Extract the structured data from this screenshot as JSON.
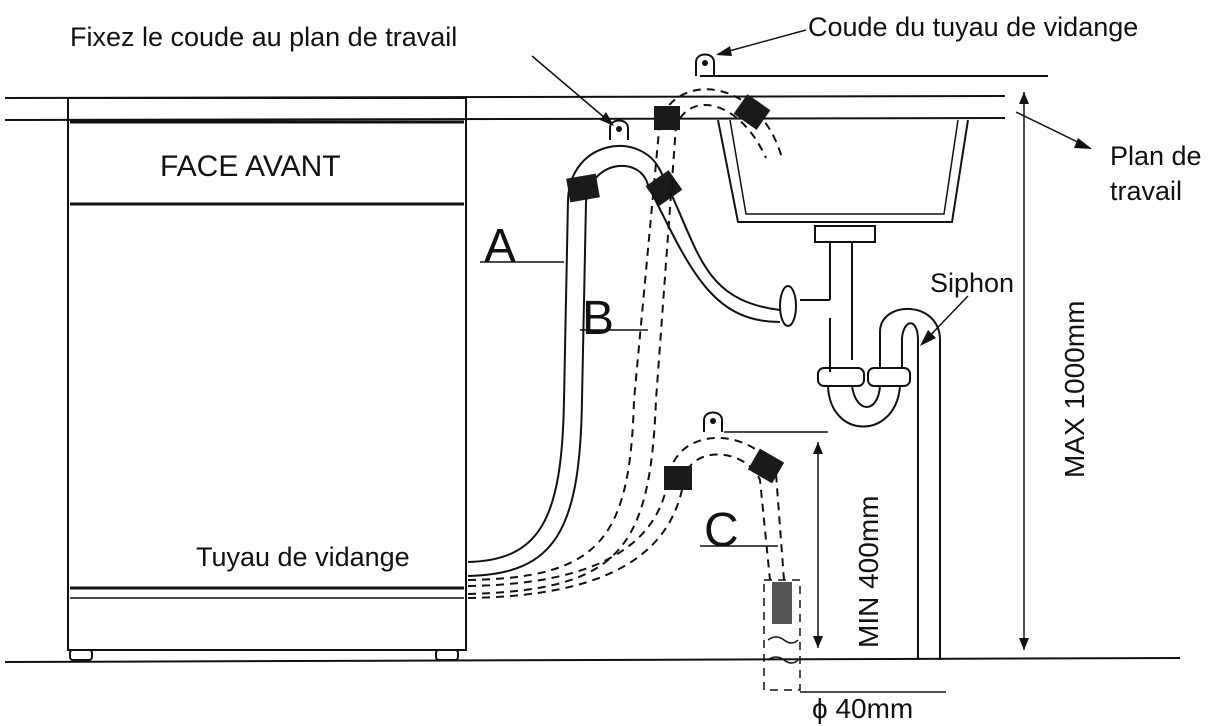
{
  "labels": {
    "fix_elbow": "Fixez le coude au plan de travail",
    "drain_elbow": "Coude du tuyau de vidange",
    "worktop": "Plan de travail",
    "front": "FACE AVANT",
    "siphon": "Siphon",
    "hose": "Tuyau de vidange",
    "a": "A",
    "b": "B",
    "c": "C",
    "max_height": "MAX 1000mm",
    "min_height": "MIN 400mm",
    "diameter": "ϕ 40mm"
  },
  "colors": {
    "ink": "#111111",
    "band": "#1a1a1a"
  }
}
